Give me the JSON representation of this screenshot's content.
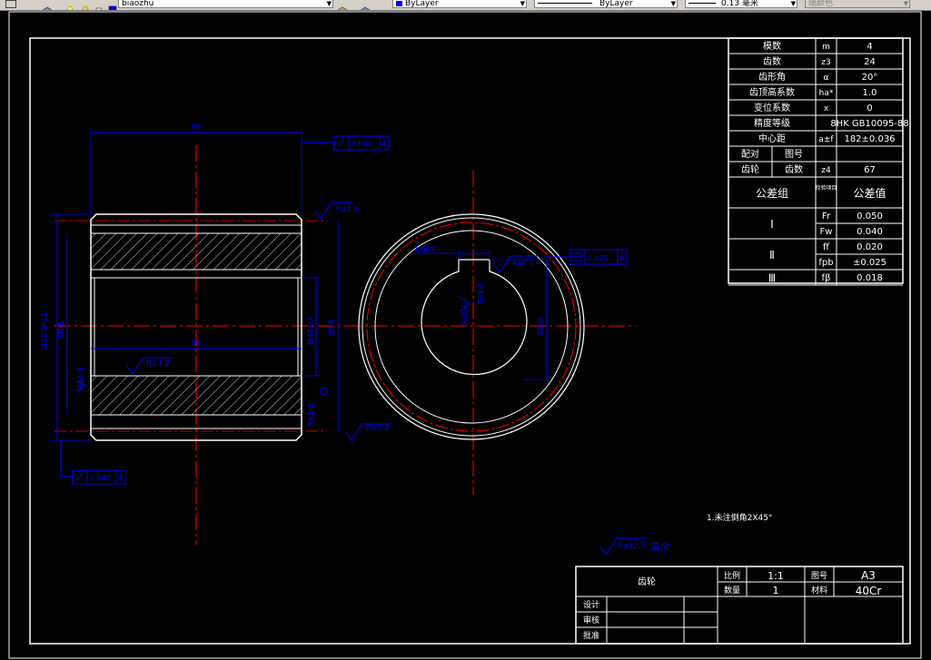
{
  "toolbar": {
    "layer_value": "biaozhu",
    "color_value": "ByLayer",
    "linetype_value": "ByLayer",
    "lineweight_value": "0.13 毫米",
    "plotstyle_value": "随颜色"
  },
  "params": [
    {
      "name": "模数",
      "sym": "m",
      "val": "4"
    },
    {
      "name": "齿数",
      "sym": "z3",
      "val": "24"
    },
    {
      "name": "齿形角",
      "sym": "α",
      "val": "20°"
    },
    {
      "name": "齿顶高系数",
      "sym": "ha*",
      "val": "1.0"
    },
    {
      "name": "变位系数",
      "sym": "x",
      "val": "0"
    },
    {
      "name": "精度等级",
      "sym": "",
      "val": "8HK GB10095-88"
    },
    {
      "name": "中心距",
      "sym": "a±f",
      "val": "182±0.036"
    }
  ],
  "mate": {
    "label1": "配对",
    "label2": "齿轮",
    "label3": "图号",
    "label4": "齿数",
    "sym": "z4",
    "val": "67"
  },
  "tol_header": {
    "group": "公差组",
    "item": "检验项目",
    "value": "公差值"
  },
  "tol_groups": [
    {
      "roman": "Ⅰ",
      "rows": [
        {
          "sym": "Fr",
          "val": "0.050"
        },
        {
          "sym": "Fw",
          "val": "0.040"
        }
      ]
    },
    {
      "roman": "Ⅱ",
      "rows": [
        {
          "sym": "ff",
          "val": "0.020"
        },
        {
          "sym": "fpb",
          "val": "±0.025"
        }
      ]
    },
    {
      "roman": "Ⅲ",
      "rows": [
        {
          "sym": "fβ",
          "val": "0.018"
        }
      ]
    }
  ],
  "title_block": {
    "part_name": "齿轮",
    "scale_label": "比例",
    "scale_value": "1:1",
    "sheet_label": "图号",
    "sheet_value": "A3",
    "qty_label": "数量",
    "qty_value": "1",
    "material_label": "材料",
    "material_value": "40Cr",
    "design_label": "设计",
    "check_label": "审核",
    "approve_label": "批准"
  },
  "dims": {
    "top_width": "96",
    "inner_width": "96",
    "dia_outer": "Ø104h11",
    "dia_root": "Ø96",
    "dia_bore": "Ø45H7",
    "dia_hub": "Ø96",
    "key_width": "14JS9",
    "key_depth": "48.8",
    "ra_top": "Ra1.6",
    "ra_inner": "Ra3.2",
    "ra_left": "Ra3.2",
    "ra_right": "Ra3.2",
    "ra_bottom": "Ra3.2",
    "ra_key": "Ra6.3",
    "runout_top": "0.040",
    "datum_top": "A",
    "runout_bottom": "0.040",
    "datum_bottom": "A",
    "sym_key": "0.020",
    "datum_key": "A",
    "key_note": "Ra3.2"
  },
  "notes": {
    "chamfer": "1.未注倒角2X45°",
    "rest_ra": "Ra12.5",
    "rest_label": "其余"
  }
}
